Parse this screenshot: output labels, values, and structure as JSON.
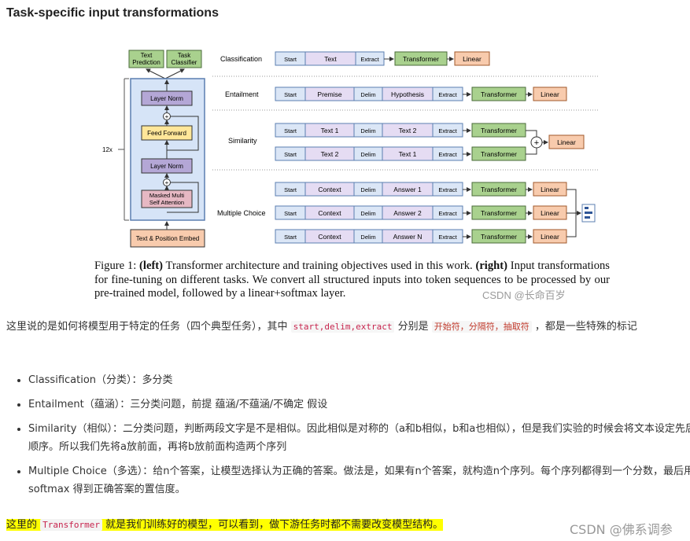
{
  "heading": "Task-specific input transformations",
  "figure": {
    "left_arch": {
      "text_prediction": [
        "Text",
        "Prediction"
      ],
      "task_classifier": [
        "Task",
        "Classifier"
      ],
      "layer_norm_top": "Layer Norm",
      "feed_forward": "Feed Forward",
      "layer_norm_bottom": "Layer Norm",
      "masked_attention": [
        "Masked Multi",
        "Self Attention"
      ],
      "embed": "Text & Position Embed",
      "repeat": "12x",
      "plus": "+"
    },
    "tasks": {
      "classification": "Classification",
      "entailment": "Entailment",
      "similarity": "Similarity",
      "multiple_choice": "Multiple Choice"
    },
    "tokens": {
      "start": "Start",
      "extract": "Extract",
      "delim": "Delim",
      "text": "Text",
      "premise": "Premise",
      "hypothesis": "Hypothesis",
      "text1": "Text 1",
      "text2": "Text 2",
      "context": "Context",
      "answer1": "Answer 1",
      "answer2": "Answer 2",
      "answerN": "Answer N",
      "transformer": "Transformer",
      "linear": "Linear",
      "plus": "+"
    },
    "caption": {
      "figure_label": "Figure 1: ",
      "left": "(left)",
      "part1": " Transformer architecture and training objectives used in this work. ",
      "right": "(right)",
      "part2": " Input transformations for fine-tuning on different tasks.  We convert all structured inputs into token sequences to be processed by our pre-trained model, followed by a linear+softmax layer."
    },
    "watermark": "CSDN @长命百岁️"
  },
  "intro": {
    "part1": "这里说的是如何将模型用于特定的任务（四个典型任务），其中 ",
    "code1": "start,delim,extract",
    "part2": " 分别是 ",
    "code2": "开始符，分隔符，抽取符",
    "part3": " ，都是一些特殊的标记"
  },
  "bullets": [
    "Classification（分类）：多分类",
    "Entailment（蕴涵）：三分类问题，前提 蕴涵/不蕴涵/不确定 假设",
    "Similarity（相似）：二分类问题，判断两段文字是不是相似。因此相似是对称的（a和b相似，b和a也相似），但是我们实验的时候会将文本设定先后顺序。所以我们先将a放前面，再将b放前面构造两个序列",
    "Multiple Choice（多选）：给n个答案，让模型选择认为正确的答案。做法是，如果有n个答案，就构造n个序列。每个序列都得到一个分数，最后用 softmax 得到正确答案的置信度。"
  ],
  "conclusion": {
    "part1": "这里的 ",
    "code": "Transformer",
    "part2": " 就是我们训练好的模型，可以看到，做下游任务时都不需要改变模型结构。"
  },
  "watermark": "CSDN @佛系调参",
  "colors": {
    "start_token": "#dbe6f6",
    "text_token": "#e5dcf3",
    "transformer": "#a9d18e",
    "linear": "#f8cbad",
    "arch_bg": "#d6e4f7",
    "norm": "#b4a7d6",
    "feed_forward": "#ffe699",
    "attention": "#e6b8c3",
    "embed": "#f8cbad",
    "highlight": "#ffff00"
  }
}
